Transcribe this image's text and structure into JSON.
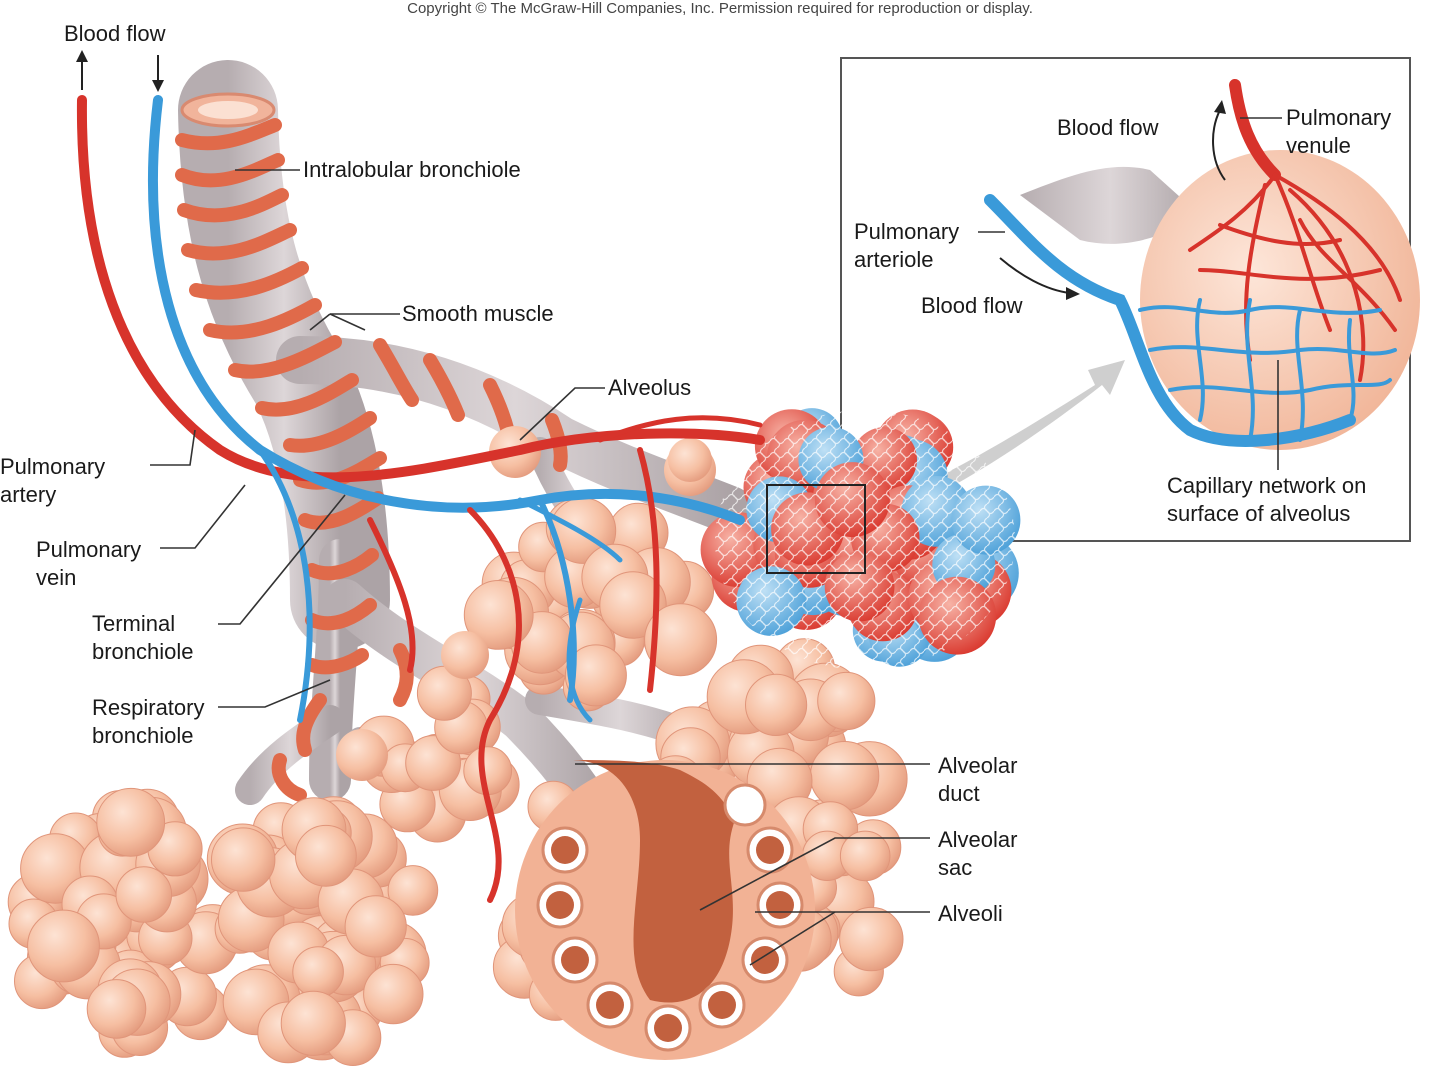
{
  "copyright": "Copyright © The McGraw-Hill Companies, Inc. Permission required for reproduction or display.",
  "labels": {
    "blood_flow_top_left": "Blood flow",
    "intralobular_bronchiole": "Intralobular bronchiole",
    "smooth_muscle": "Smooth muscle",
    "alveolus": "Alveolus",
    "pulmonary_artery": "Pulmonary\nartery",
    "pulmonary_vein": "Pulmonary\nvein",
    "terminal_bronchiole": "Terminal\nbronchiole",
    "respiratory_bronchiole": "Respiratory\nbronchiole",
    "alveolar_duct": "Alveolar\nduct",
    "alveolar_sac": "Alveolar\nsac",
    "alveoli": "Alveoli"
  },
  "inset": {
    "blood_flow_top": "Blood flow",
    "pulmonary_venule": "Pulmonary\nvenule",
    "pulmonary_arteriole": "Pulmonary\narteriole",
    "blood_flow_bottom": "Blood flow",
    "capillary_network": "Capillary network on\nsurface of alveolus"
  },
  "colors": {
    "artery_red": "#d7332b",
    "vein_blue": "#3a9ad9",
    "muscle_orange": "#e06a4a",
    "alveolus_peach": "#f6c0a4",
    "bronchiole_gray": "#c9c2c4",
    "leader_line": "#333333"
  }
}
